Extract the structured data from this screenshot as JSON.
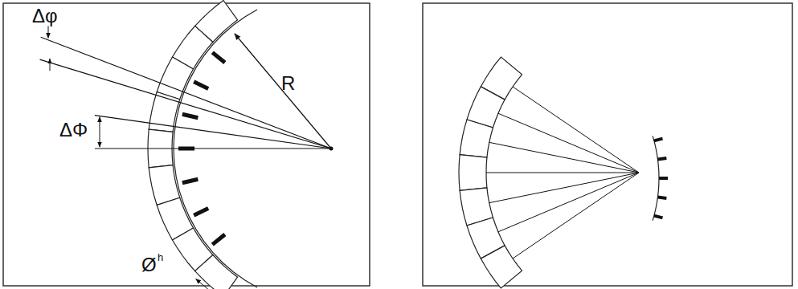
{
  "diagram": {
    "labels": [
      "Δφ",
      "ΔΦ",
      "R",
      "Ø",
      "h"
    ]
  }
}
